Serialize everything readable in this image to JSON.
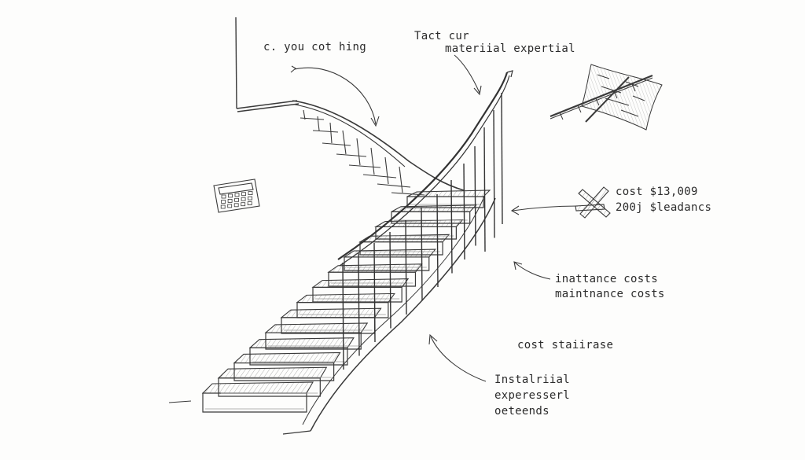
{
  "annotations": {
    "top_left": "c. you cot hing",
    "top_center_line1": "Tact cur",
    "top_center_line2": "materiial expertial",
    "cost_line1": "cost $13,009",
    "cost_line2": "200j $leadancs",
    "maint_line1": "inattance costs",
    "maint_line2": "maintnance costs",
    "cost_stair": "cost staiirase",
    "bottom_line1": "Instalriial",
    "bottom_line2": "experesserl",
    "bottom_line3": "oeteends"
  },
  "colors": {
    "ink": "#3a3a3a",
    "paper": "#fdfdfc",
    "shade": "#9a9a9a"
  },
  "icons": [
    "calculator-icon",
    "blueprint-tools-icon",
    "crossed-lumber-icon"
  ]
}
